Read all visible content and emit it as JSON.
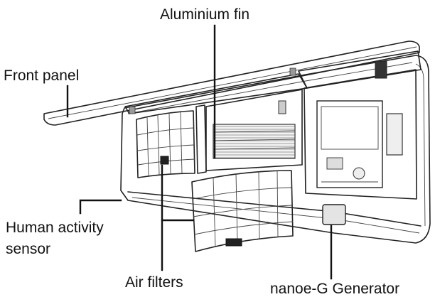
{
  "labels": {
    "aluminium_fin": "Aluminium fin",
    "front_panel": "Front panel",
    "human_activity_sensor_line1": "Human activity",
    "human_activity_sensor_line2": "sensor",
    "air_filters": "Air filters",
    "nanoe_g_generator": "nanoe-G Generator"
  },
  "colors": {
    "background": "#ffffff",
    "line": "#222222",
    "mesh": "#555555"
  }
}
